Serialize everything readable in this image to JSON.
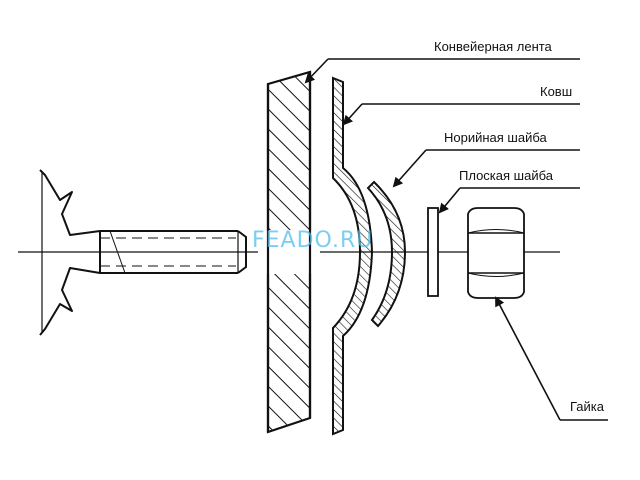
{
  "labels": {
    "conveyor_belt": "Конвейерная лента",
    "bucket": "Ковш",
    "noria_washer": "Норийная шайба",
    "flat_washer": "Плоская шайба",
    "nut": "Гайка"
  },
  "watermark": "FEADO.RU",
  "colors": {
    "line": "#111111",
    "watermark": "#4fbde9",
    "background": "#ffffff"
  }
}
